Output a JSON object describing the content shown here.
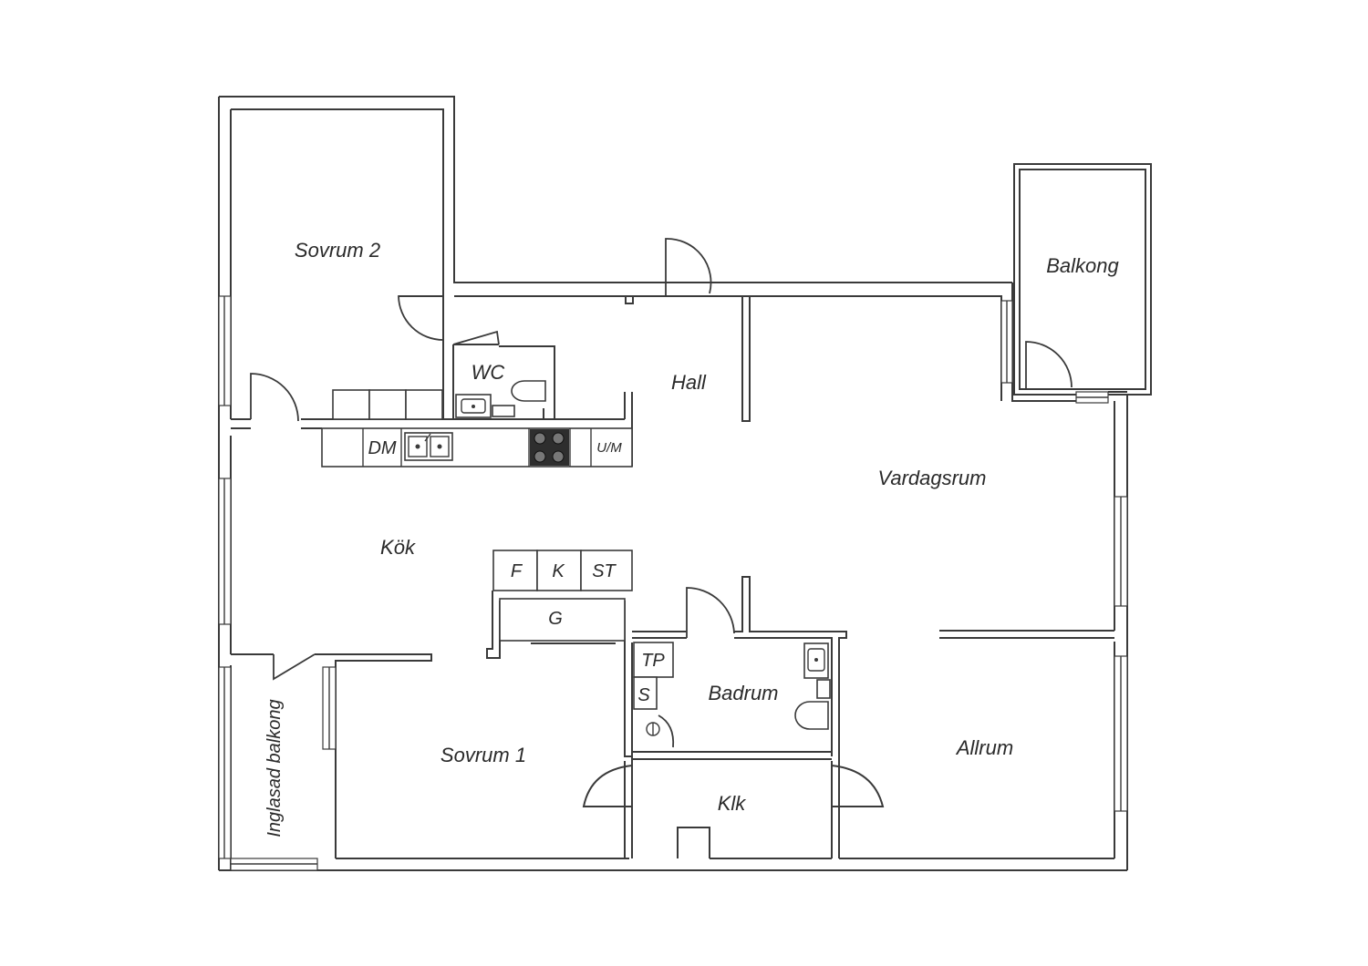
{
  "rooms": {
    "sovrum2": "Sovrum 2",
    "balkong": "Balkong",
    "wc": "WC",
    "hall": "Hall",
    "vardagsrum": "Vardagsrum",
    "kok": "Kök",
    "badrum": "Badrum",
    "allrum": "Allrum",
    "sovrum1": "Sovrum 1",
    "klk": "Klk",
    "inglasad_balkong": "Inglasad balkong"
  },
  "fixtures": {
    "dm": "DM",
    "um": "U/M",
    "f": "F",
    "k": "K",
    "st": "ST",
    "g": "G",
    "tp": "TP",
    "s": "S"
  }
}
